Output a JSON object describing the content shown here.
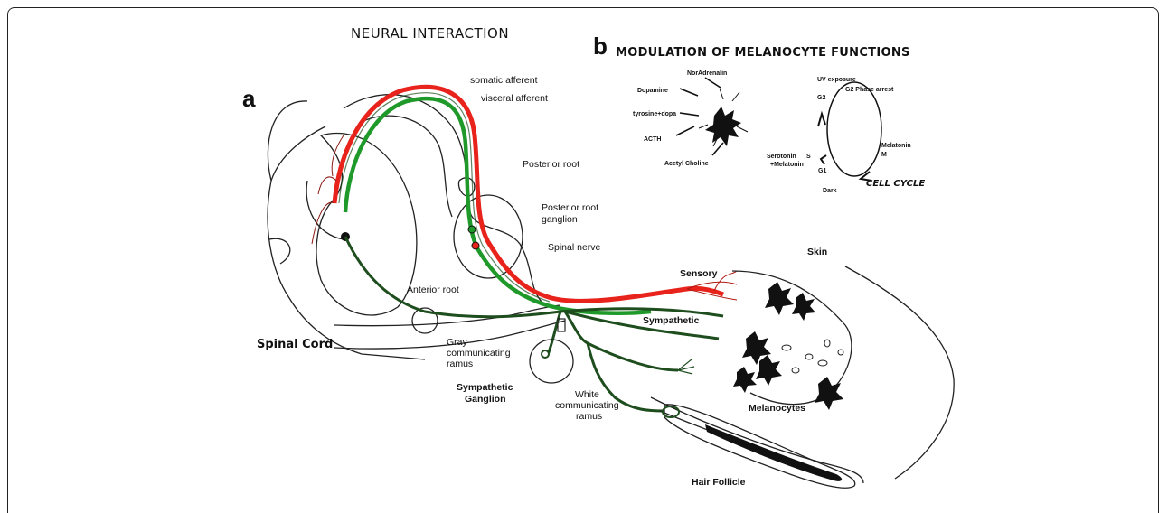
{
  "title": "NEURAL INTERACTION",
  "panel_a": {
    "letter": "a",
    "labels": {
      "somatic_afferent": "somatic afferent",
      "visceral_afferent": "visceral afferent",
      "posterior_root": "Posterior root",
      "posterior_root_ganglion_1": "Posterior root",
      "posterior_root_ganglion_2": "ganglion",
      "spinal_nerve": "Spinal nerve",
      "anterior_root": "Anterior root",
      "spinal_cord": "Spinal Cord",
      "gray_ramus_1": "Gray",
      "gray_ramus_2": "communicating",
      "gray_ramus_3": "ramus",
      "sympathetic_ganglion_1": "Sympathetic",
      "sympathetic_ganglion_2": "Ganglion",
      "white_ramus_1": "White",
      "white_ramus_2": "communicating",
      "white_ramus_3": "ramus",
      "sensory": "Sensory",
      "sympathetic": "Sympathetic",
      "skin": "Skin",
      "melanocytes": "Melanocytes",
      "hair_follicle": "Hair Follicle"
    }
  },
  "panel_b": {
    "letter": "b",
    "title": "MODULATION OF MELANOCYTE FUNCTIONS",
    "inputs": {
      "noradrenalin": "NorAdrenalin",
      "dopamine": "Dopamine",
      "tyrosine": "tyrosine+dopa",
      "acth": "ACTH",
      "acetyl_choline": "Acetyl Choline"
    },
    "cycle": {
      "uv": "UV exposure",
      "g2_arrest": "G2 Phase arrest",
      "g2": "G2",
      "melatonin": "Melatonin",
      "m": "M",
      "serotonin": "Serotonin",
      "plus_melatonin": "+Melatonin",
      "s": "S",
      "g1": "G1",
      "dark": "Dark",
      "cell_cycle": "CELL CYCLE"
    }
  },
  "colors": {
    "somatic": "#e8231c",
    "visceral": "#1f9a2a",
    "sympathetic": "#1e4d1e",
    "ink": "#111111"
  }
}
